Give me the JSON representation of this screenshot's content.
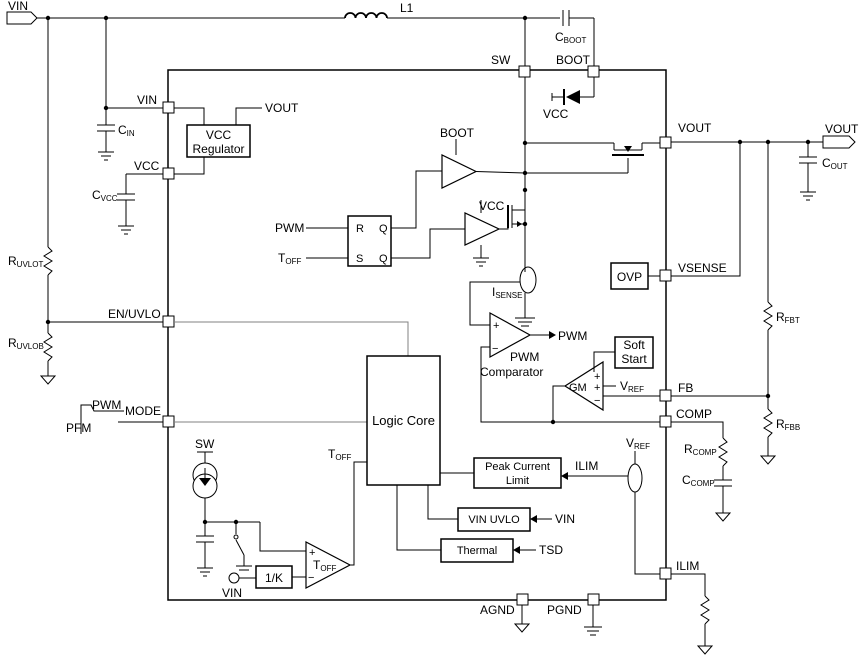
{
  "ports": {
    "vin": "VIN",
    "vout": "VOUT",
    "pwm": "PWM",
    "pfm": "PFM"
  },
  "inductor": "L1",
  "cboot": {
    "main": "C",
    "sub": "BOOT"
  },
  "cin": {
    "main": "C",
    "sub": "IN"
  },
  "cvcc": {
    "main": "C",
    "sub": "VCC"
  },
  "cout": {
    "main": "C",
    "sub": "OUT"
  },
  "ruvlot": {
    "main": "R",
    "sub": "UVLOT"
  },
  "ruvlob": {
    "main": "R",
    "sub": "UVLOB"
  },
  "rfbt": {
    "main": "R",
    "sub": "FBT"
  },
  "rfbb": {
    "main": "R",
    "sub": "FBB"
  },
  "rcomp": {
    "main": "R",
    "sub": "COMP"
  },
  "ccomp": {
    "main": "C",
    "sub": "COMP"
  },
  "pins": {
    "sw": "SW",
    "boot": "BOOT",
    "vin": "VIN",
    "vcc": "VCC",
    "en": "EN/UVLO",
    "mode": "MODE",
    "vout": "VOUT",
    "vsense": "VSENSE",
    "fb": "FB",
    "comp": "COMP",
    "ilim": "ILIM",
    "agnd": "AGND",
    "pgnd": "PGND"
  },
  "vcc_reg": {
    "line1": "VCC",
    "line2": "Regulator",
    "out": "VOUT"
  },
  "boot_label": "BOOT",
  "vcc_diode": "VCC",
  "vcc_driver": "VCC",
  "latch": {
    "pwm_in": "PWM",
    "toff_main": "T",
    "toff_sub": "OFF",
    "r": "R",
    "s": "S",
    "q1": "Q",
    "q2": "Q"
  },
  "isense": {
    "main": "I",
    "sub": "SENSE"
  },
  "pwm_out": "PWM",
  "comparator": {
    "line1": "PWM",
    "line2": "Comparator"
  },
  "ovp": "OVP",
  "soft_start": {
    "line1": "Soft",
    "line2": "Start"
  },
  "gm": "GM",
  "vref": {
    "main": "V",
    "sub": "REF"
  },
  "logic_core": "Logic Core",
  "toff_out": {
    "main": "T",
    "sub": "OFF"
  },
  "sw_src": "SW",
  "peak_limit": {
    "line1": "Peak Current",
    "line2": "Limit",
    "in": "ILIM"
  },
  "vin_uvlo": {
    "label": "VIN UVLO",
    "in": "VIN"
  },
  "thermal": {
    "label": "Thermal",
    "in": "TSD"
  },
  "vref2": {
    "main": "V",
    "sub": "REF"
  },
  "div_k": "1/K",
  "toff_comp": {
    "main": "T",
    "sub": "OFF",
    "vin": "VIN"
  },
  "signs": {
    "plus": "+",
    "minus": "−"
  }
}
